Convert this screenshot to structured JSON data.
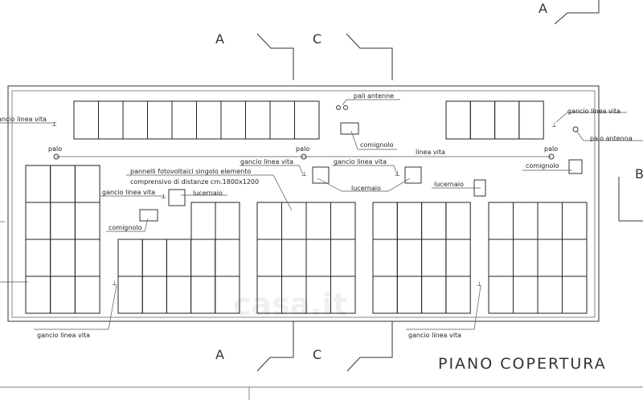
{
  "title": "PIANO COPERTURA",
  "sections": {
    "a": "A",
    "c": "C",
    "b": "B"
  },
  "labels": {
    "pali_antenne": "pali antenne",
    "comignolo": "comignolo",
    "gancio_linea_vita": "gancio linea vita",
    "palo": "palo",
    "palo_antenna": "palo antenna",
    "linea_vita": "linea vita",
    "lucernaio": "lucernaio",
    "pannelli_line1": "pannelli fotovoltaici singolo elemento",
    "pannelli_line2": "comprensivo di distanze cm.1800x1200"
  },
  "watermark": "casa.it"
}
